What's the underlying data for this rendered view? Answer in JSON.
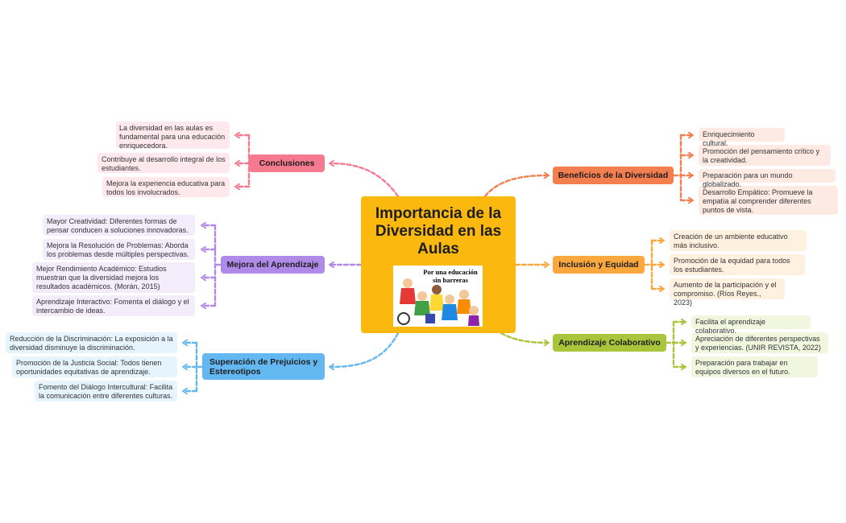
{
  "central": {
    "title": "Importancia de la Diversidad en las Aulas",
    "image_caption": "Por una educación sin barreras"
  },
  "branches": [
    {
      "id": "conclusiones",
      "label": "Conclusiones",
      "color": "#f5798f",
      "items": [
        "La diversidad en las aulas es fundamental para una educación enriquecedora.",
        "Contribuye al desarrollo integral de los estudiantes.",
        "Mejora la experiencia educativa para todos los involucrados."
      ]
    },
    {
      "id": "mejora",
      "label": "Mejora del Aprendizaje",
      "color": "#b08ae8",
      "items": [
        "Mayor Creatividad: Diferentes formas de pensar conducen a soluciones innovadoras.",
        "Mejora la Resolución de Problemas: Aborda los problemas desde múltiples perspectivas.",
        "Mejor Rendimiento Académico: Estudios muestran que la diversidad mejora los resultados académicos. (Morán, 2015)",
        "Aprendizaje Interactivo: Fomenta el diálogo y el intercambio de ideas."
      ]
    },
    {
      "id": "superacion",
      "label": "Superación de Prejuicios y Estereotipos",
      "color": "#64b8f2",
      "items": [
        "Reducción de la Discriminación: La exposición a la diversidad disminuye la discriminación.",
        "Promoción de la Justicia Social: Todos tienen oportunidades equitativas de aprendizaje.",
        "Fomento del Diálogo Intercultural: Facilita la comunicación entre diferentes culturas."
      ]
    },
    {
      "id": "beneficios",
      "label": "Beneficios de la Diversidad",
      "color": "#f37f50",
      "items": [
        "Enriquecimiento cultural.",
        "Promoción del pensamiento crítico y la creatividad.",
        "Preparación para un mundo globalizado.",
        "Desarrollo Empático: Promueve la empatía al comprender diferentes puntos de vista."
      ]
    },
    {
      "id": "inclusion",
      "label": "Inclusión y Equidad",
      "color": "#faa83e",
      "items": [
        "Creación de un ambiente educativo más inclusivo.",
        "Promoción de la equidad para todos los estudiantes.",
        "Aumento de la participación y el compromiso. (Ríos Reyes., 2023)"
      ]
    },
    {
      "id": "aprendizaje",
      "label": "Aprendizaje Colaborativo",
      "color": "#a9c53b",
      "items": [
        "Facilita el aprendizaje colaborativo.",
        "Apreciación de diferentes perspectivas y experiencias. (UNIR REVISTA, 2022)",
        "Preparación para trabajar en equipos diversos en el futuro."
      ]
    }
  ]
}
